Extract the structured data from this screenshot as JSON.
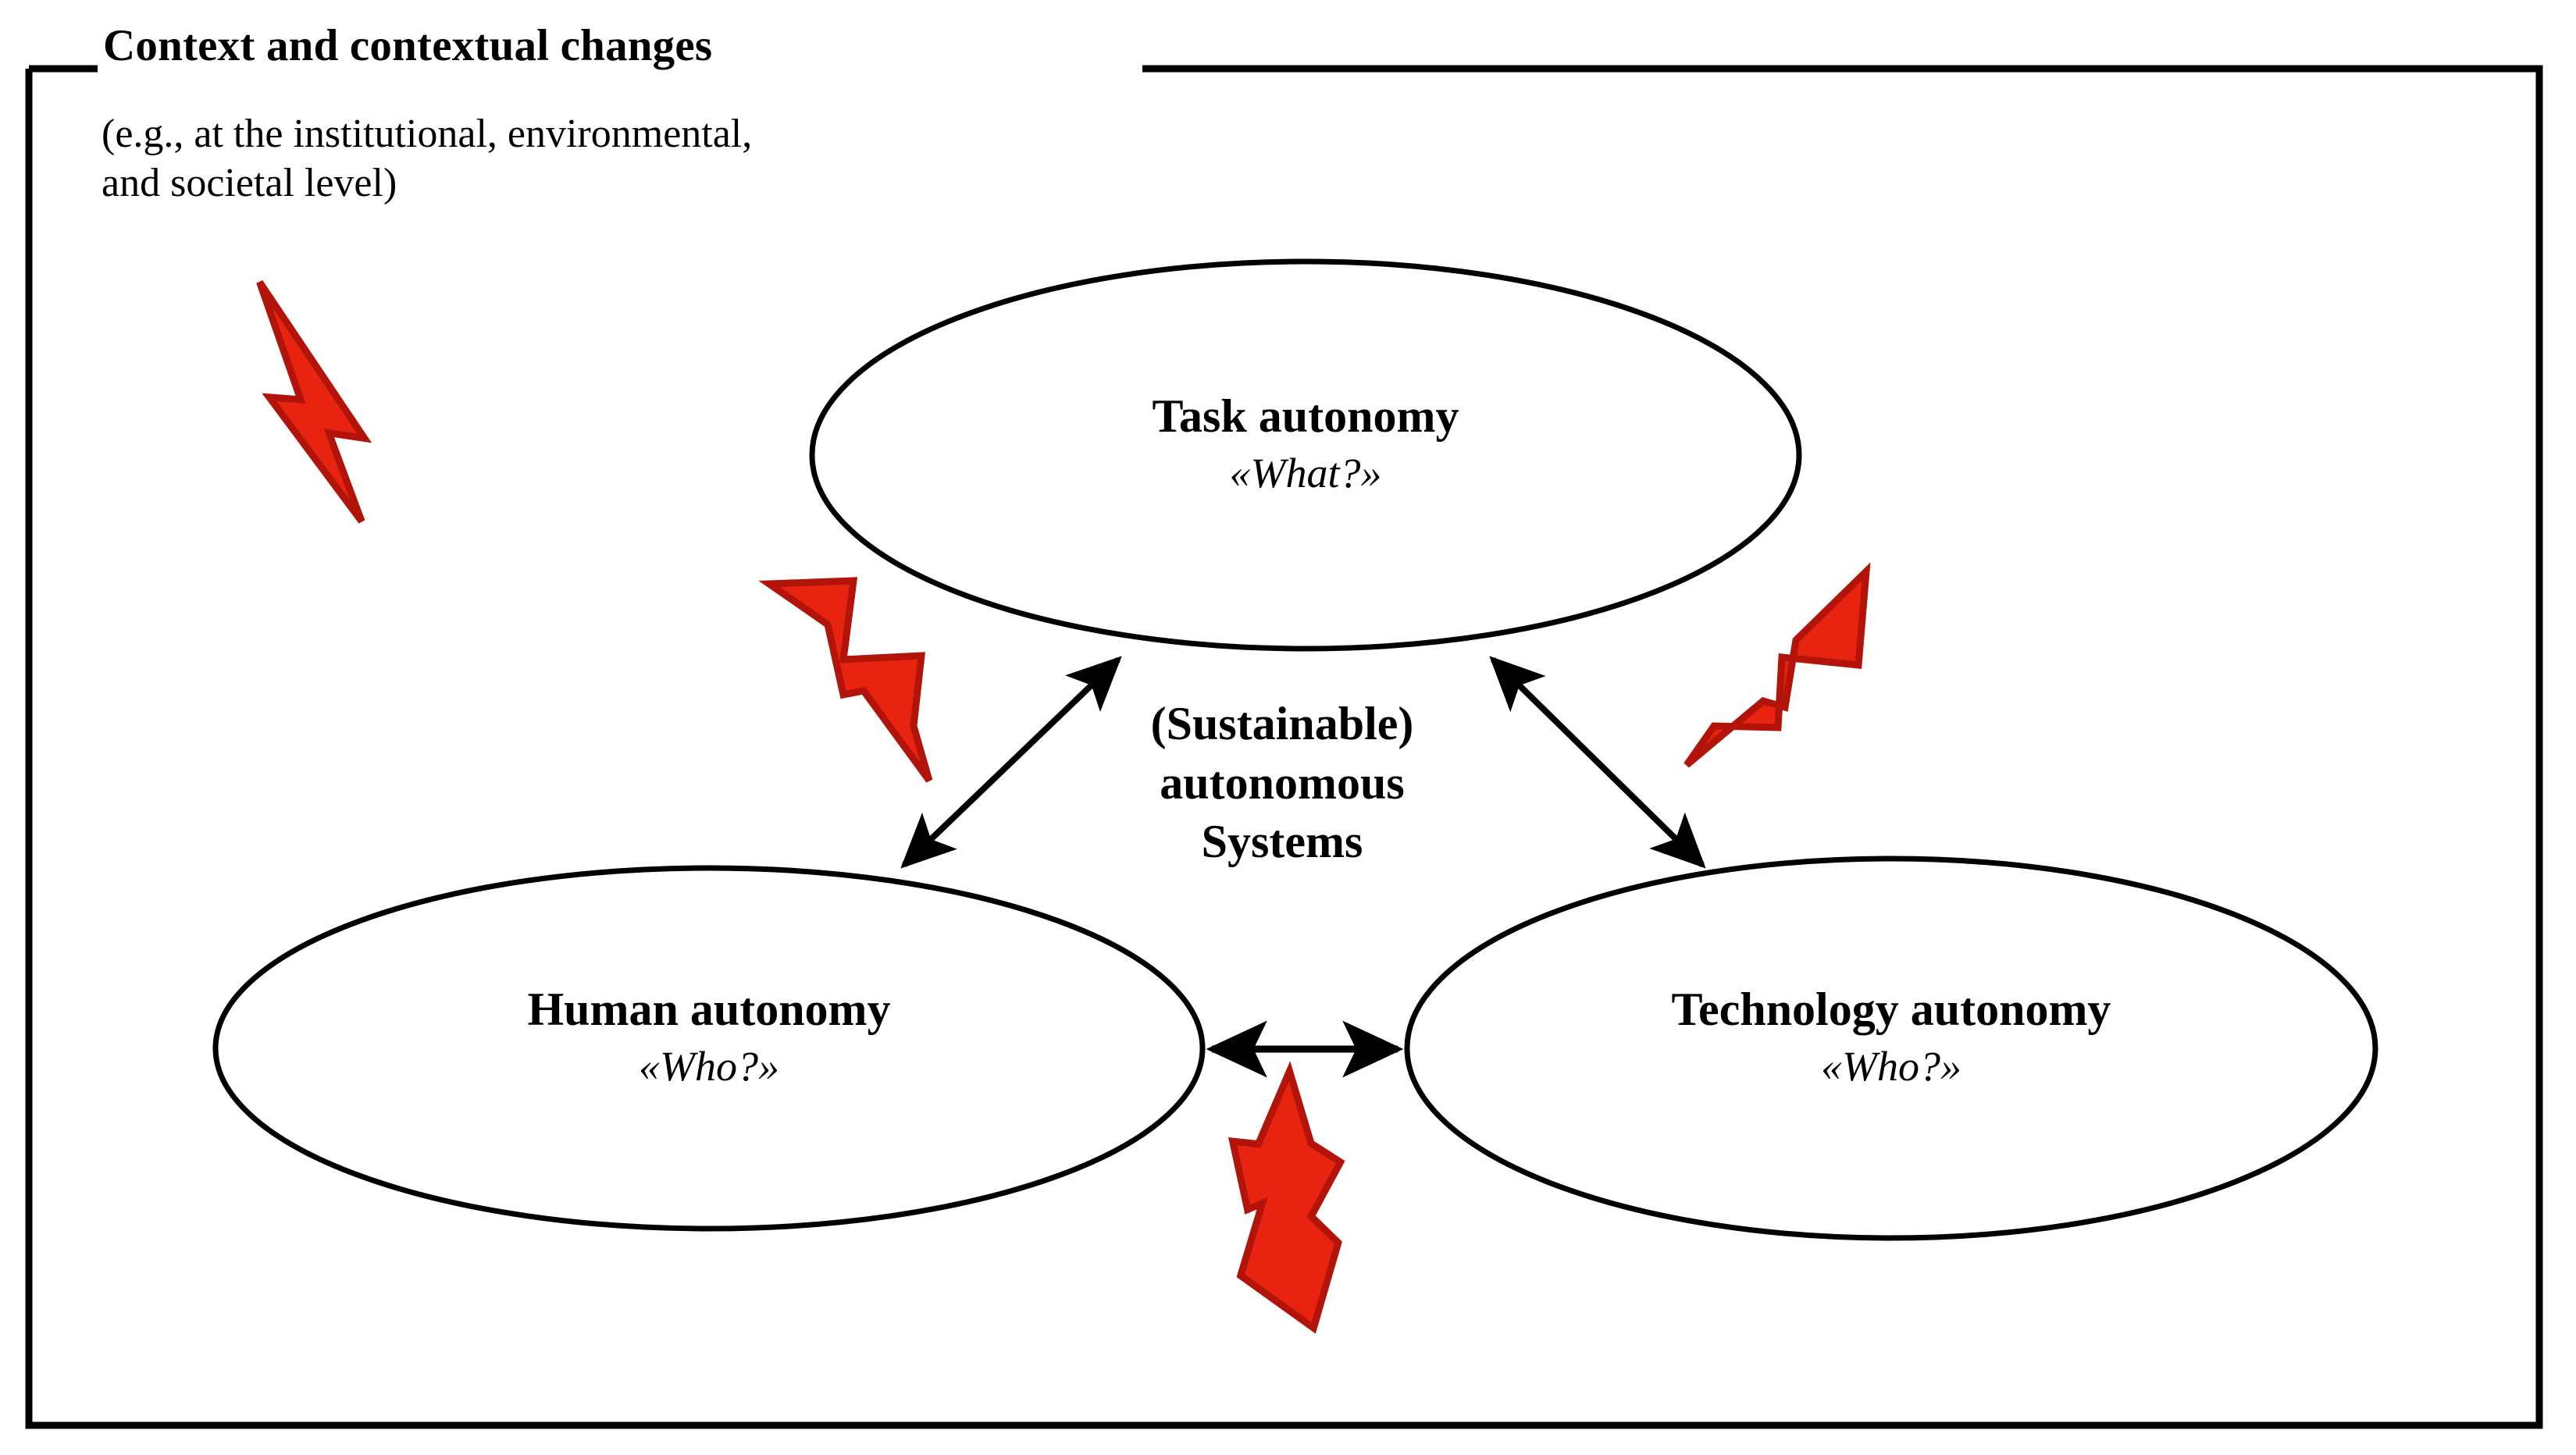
{
  "frame": {
    "title": "Context and contextual changes",
    "subtitle_line1": "(e.g., at the institutional, environmental,",
    "subtitle_line2": "and societal level)",
    "border_color": "#000000"
  },
  "colors": {
    "bolt_fill": "#E8230F",
    "bolt_stroke": "#B3140A",
    "stroke": "#000000",
    "background": "#FFFFFF"
  },
  "center": {
    "line1": "(Sustainable)",
    "line2": "autonomous",
    "line3": "Systems"
  },
  "nodes": [
    {
      "id": "task-autonomy",
      "title": "Task autonomy",
      "subtitle": "«What?»"
    },
    {
      "id": "human-autonomy",
      "title": "Human autonomy",
      "subtitle": "«Who?»"
    },
    {
      "id": "technology-autonomy",
      "title": "Technology autonomy",
      "subtitle": "«Who?»"
    }
  ],
  "connectors": [
    {
      "id": "task-human",
      "type": "double-headed-arrow"
    },
    {
      "id": "task-technology",
      "type": "double-headed-arrow"
    },
    {
      "id": "human-technology",
      "type": "double-headed-arrow"
    }
  ],
  "disruptions": [
    {
      "id": "bolt-top-left"
    },
    {
      "id": "bolt-mid-left"
    },
    {
      "id": "bolt-mid-right"
    },
    {
      "id": "bolt-bottom-center"
    }
  ]
}
